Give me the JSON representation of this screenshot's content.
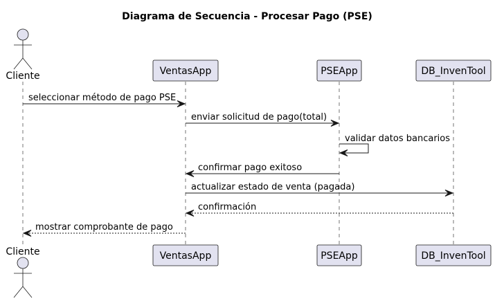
{
  "title": "Diagrama de Secuencia - Procesar Pago (PSE)",
  "participants": [
    {
      "name": "Cliente",
      "kind": "actor"
    },
    {
      "name": "VentasApp",
      "kind": "participant"
    },
    {
      "name": "PSEApp",
      "kind": "participant"
    },
    {
      "name": "DB_InvenTool",
      "kind": "participant"
    }
  ],
  "messages": [
    {
      "from": 0,
      "to": 1,
      "label": "seleccionar método de pago PSE",
      "style": "solid"
    },
    {
      "from": 1,
      "to": 2,
      "label": "enviar solicitud de pago(total)",
      "style": "solid"
    },
    {
      "from": 2,
      "to": 2,
      "label": "validar datos bancarios",
      "style": "solid"
    },
    {
      "from": 2,
      "to": 1,
      "label": "confirmar pago exitoso",
      "style": "solid"
    },
    {
      "from": 1,
      "to": 3,
      "label": "actualizar estado de venta (pagada)",
      "style": "solid"
    },
    {
      "from": 3,
      "to": 1,
      "label": "confirmación",
      "style": "dashed"
    },
    {
      "from": 1,
      "to": 0,
      "label": "mostrar comprobante de pago",
      "style": "dashed"
    }
  ],
  "colors": {
    "participant_fill": "#E2E2F0",
    "stroke": "#181818"
  }
}
